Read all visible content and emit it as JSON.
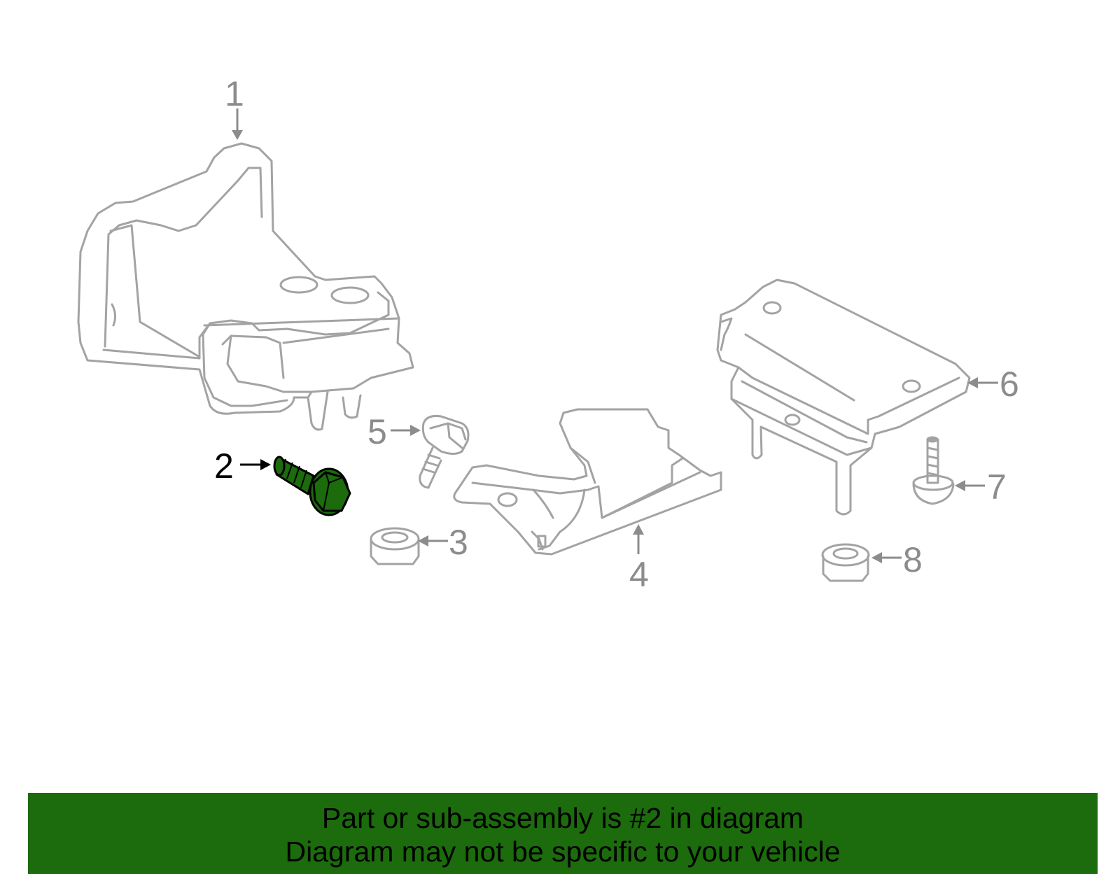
{
  "diagram": {
    "callouts": [
      "1",
      "2",
      "3",
      "4",
      "5",
      "6",
      "7",
      "8"
    ],
    "highlighted_callout": "2",
    "colors": {
      "highlight": "#1c6b0d",
      "part_outline": "#a3a3a3",
      "label": "#8c8c8c",
      "highlight_label": "#000000"
    }
  },
  "banner": {
    "line1": "Part or sub-assembly is #2 in diagram",
    "line2": "Diagram may not be specific to your vehicle"
  }
}
